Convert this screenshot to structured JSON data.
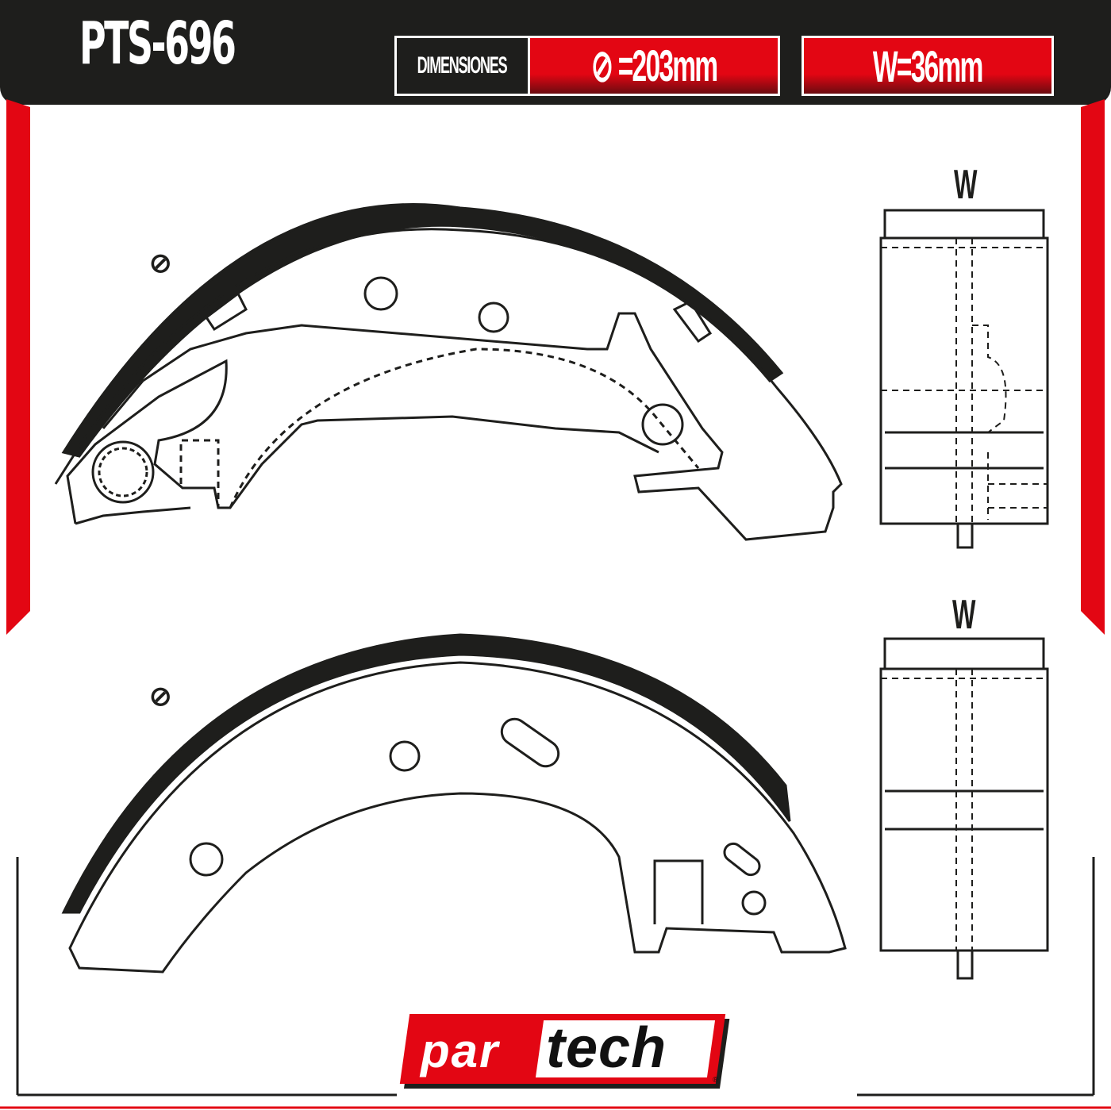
{
  "header": {
    "part_code": "PTS-696",
    "dimensions_label": "DIMENSIONES",
    "diameter": "⊘ =203mm",
    "width": "W=36mm"
  },
  "drawings": {
    "top_diameter_symbol": "⊘",
    "top_width_label": "W",
    "bottom_diameter_symbol": "⊘",
    "bottom_width_label": "W"
  },
  "brand": {
    "logo_part1": "par",
    "logo_part2": "tech",
    "registered": "®"
  },
  "colors": {
    "accent": "#e30613",
    "dark": "#1e1e1c"
  }
}
